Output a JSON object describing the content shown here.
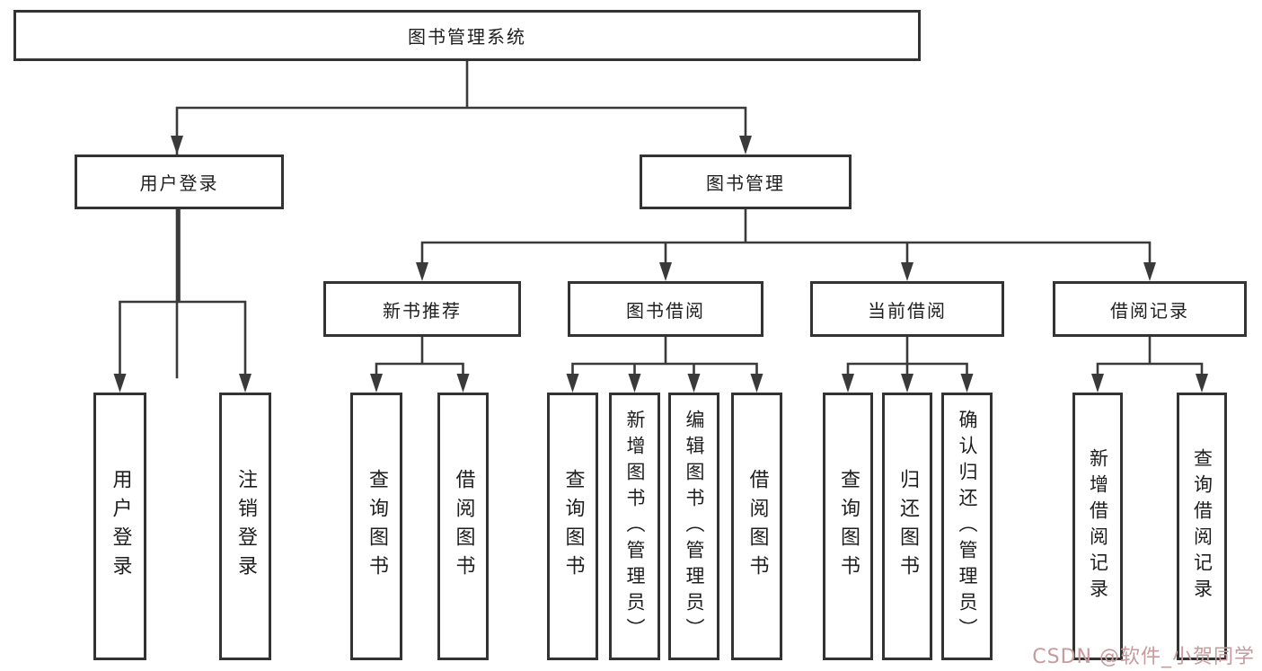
{
  "colors": {
    "line": "#3a3a3a",
    "box_border": "#333333",
    "background": "#ffffff",
    "watermark": "#c79a9b"
  },
  "watermark": {
    "text": "CSDN @软件_小贺同学"
  },
  "tree": {
    "label": "图书管理系统",
    "children": [
      {
        "label": "用户登录",
        "children": [
          {
            "label": "用户登录"
          },
          {
            "label": "注销登录"
          }
        ]
      },
      {
        "label": "图书管理",
        "children": [
          {
            "label": "新书推荐",
            "children": [
              {
                "label": "查询图书"
              },
              {
                "label": "借阅图书"
              }
            ]
          },
          {
            "label": "图书借阅",
            "children": [
              {
                "label": "查询图书"
              },
              {
                "label": "新增图书（管理员）"
              },
              {
                "label": "编辑图书（管理员）"
              },
              {
                "label": "借阅图书"
              }
            ]
          },
          {
            "label": "当前借阅",
            "children": [
              {
                "label": "查询图书"
              },
              {
                "label": "归还图书"
              },
              {
                "label": "确认归还（管理员）"
              }
            ]
          },
          {
            "label": "借阅记录",
            "children": [
              {
                "label": "新增借阅记录"
              },
              {
                "label": "查询借阅记录"
              }
            ]
          }
        ]
      }
    ]
  }
}
